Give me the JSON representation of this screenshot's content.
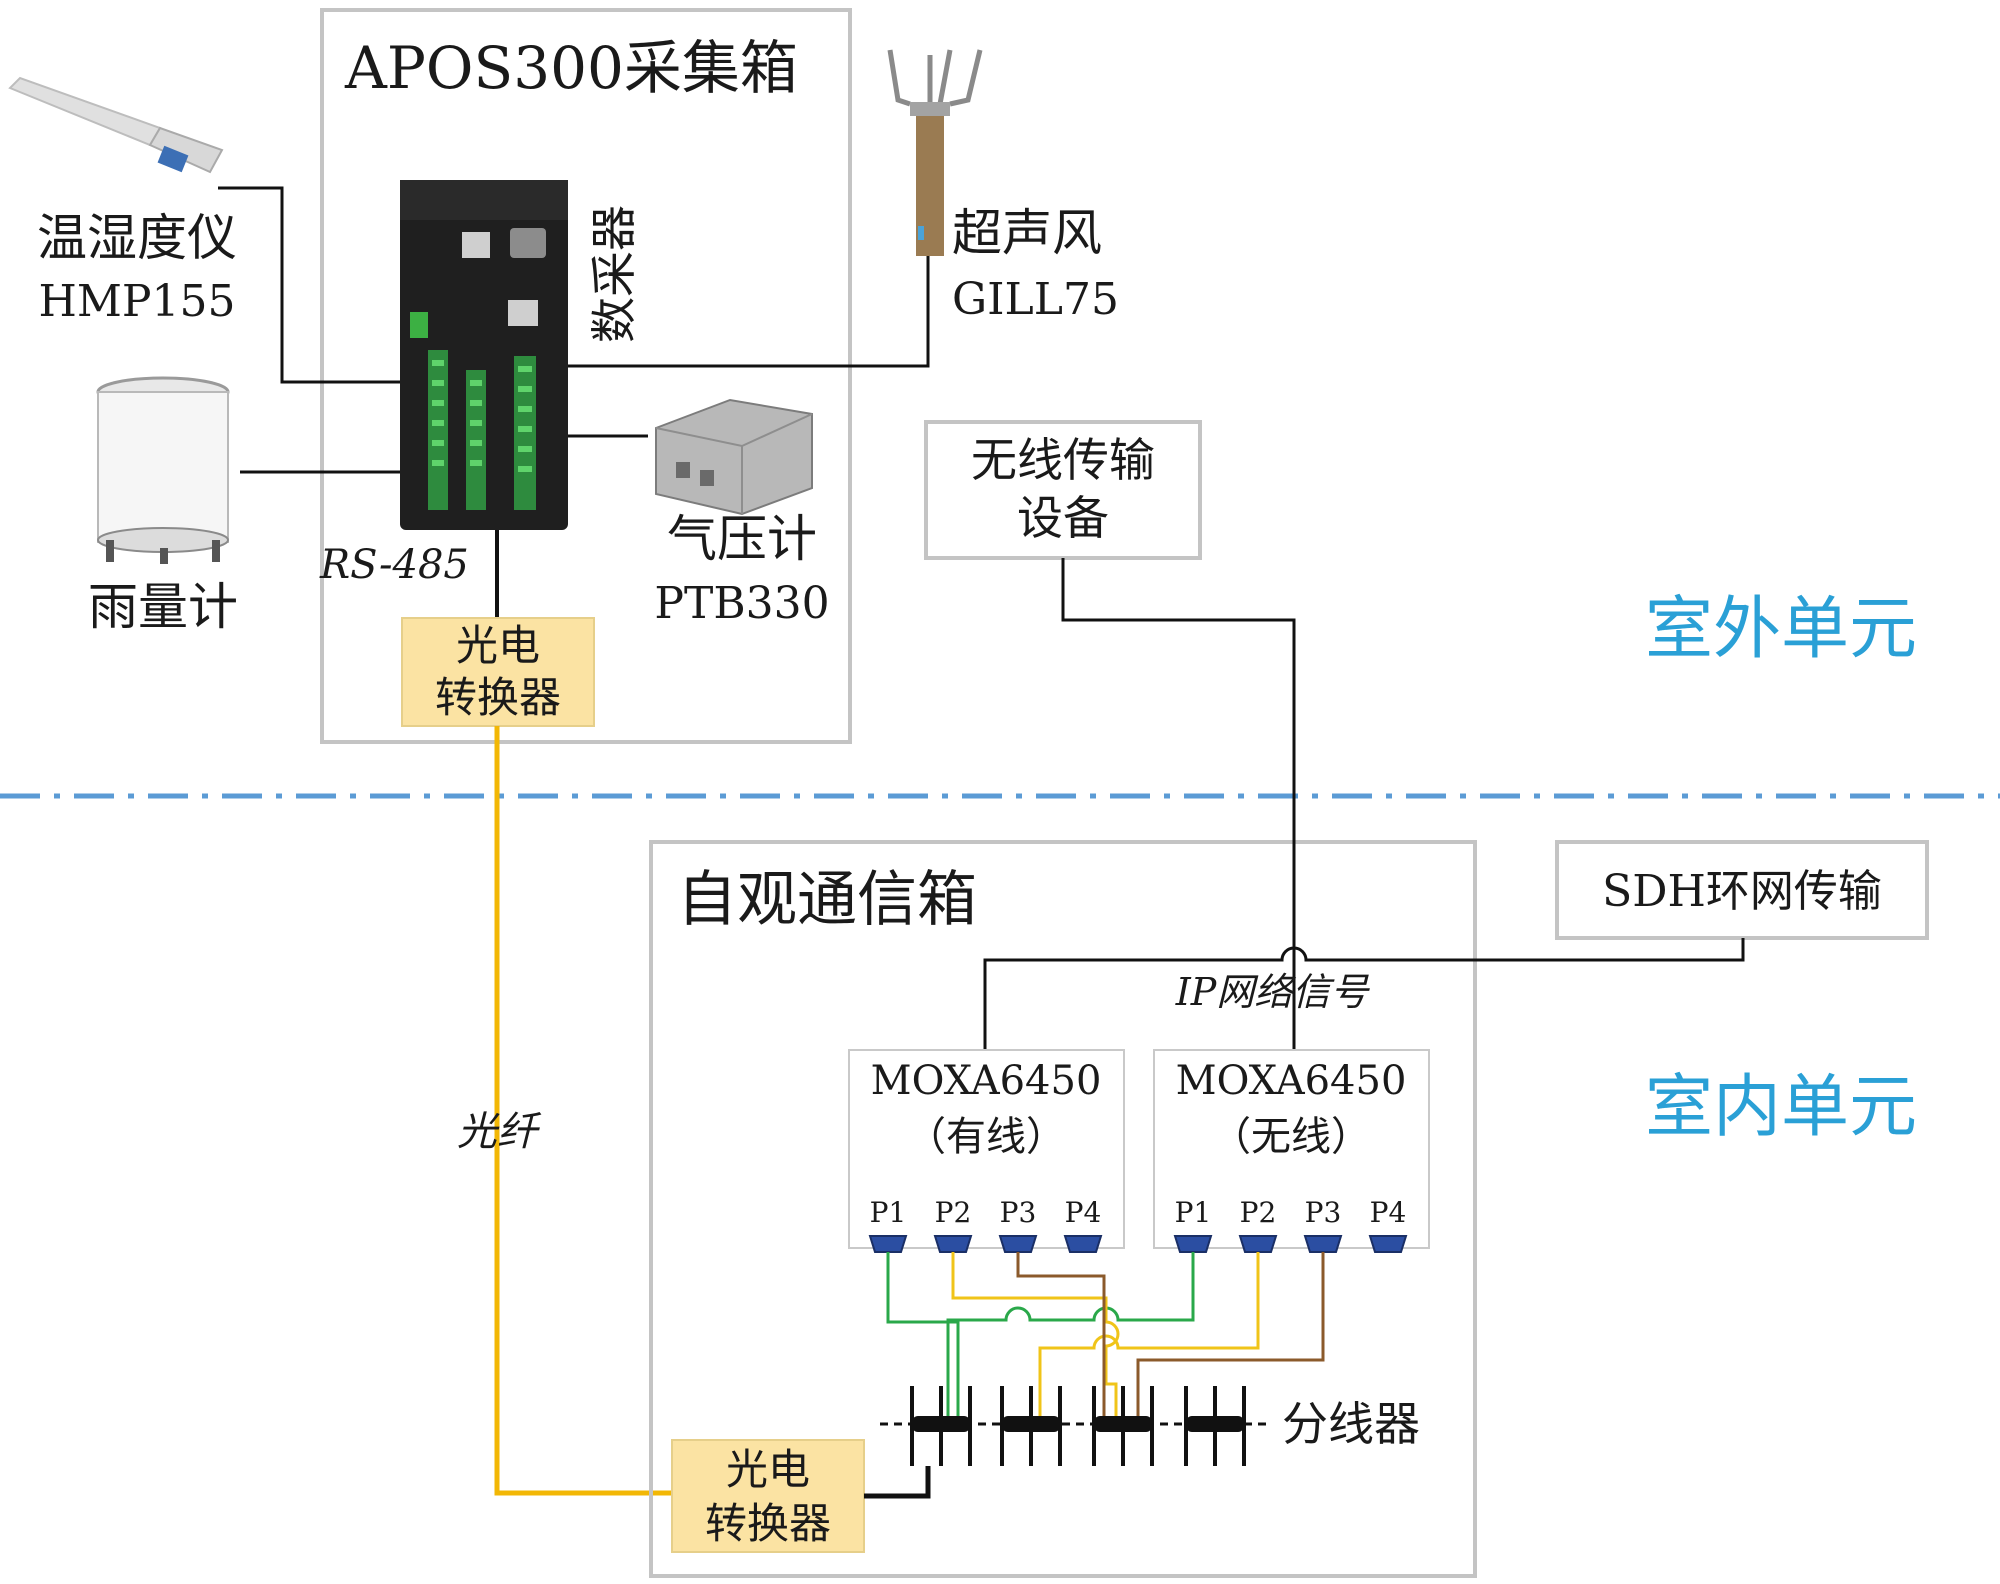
{
  "colors": {
    "box_border": "#c4c4c4",
    "wire": "#111111",
    "fiber": "#f2b705",
    "converter_fill": "#fbe3a3",
    "zone_text": "#2aa0d6",
    "divider": "#5b9bd5",
    "green_wire": "#2aa84a",
    "yellow_wire": "#f0c419",
    "brown_wire": "#8b5a2b",
    "port": "#2b4ea2"
  },
  "icons": {
    "thermo_hygrometer": "thermo-hygrometer-icon",
    "rain_gauge": "rain-gauge-icon",
    "datalogger": "datalogger-icon",
    "ultrasonic_anemometer": "anemometer-icon",
    "barometer": "barometer-icon",
    "serial_port": "db9-port-icon"
  },
  "outdoor_box": {
    "title": "APOS300采集箱"
  },
  "datalogger": {
    "label": "数采器"
  },
  "rs485": "RS-485",
  "sensors": {
    "hmp": {
      "name": "温湿度仪",
      "model": "HMP155"
    },
    "rain": {
      "name": "雨量计"
    },
    "wind": {
      "name": "超声风",
      "model": "GILL75"
    },
    "pressure": {
      "name": "气压计",
      "model": "PTB330"
    }
  },
  "converter_out": {
    "line1": "光电",
    "line2": "转换器"
  },
  "wireless_device": {
    "line1": "无线传输",
    "line2": "设备"
  },
  "zones": {
    "outdoor": "室外单元",
    "indoor": "室内单元"
  },
  "fiber_label": "光纤",
  "indoor_box": {
    "title": "自观通信箱"
  },
  "sdh": "SDH环网传输",
  "ip_label": "IP网络信号",
  "moxa_wired": {
    "model": "MOXA6450",
    "type": "（有线）",
    "ports": [
      "P1",
      "P2",
      "P3",
      "P4"
    ]
  },
  "moxa_wireless": {
    "model": "MOXA6450",
    "type": "（无线）",
    "ports": [
      "P1",
      "P2",
      "P3",
      "P4"
    ]
  },
  "splitter": "分线器",
  "converter_in": {
    "line1": "光电",
    "line2": "转换器"
  }
}
